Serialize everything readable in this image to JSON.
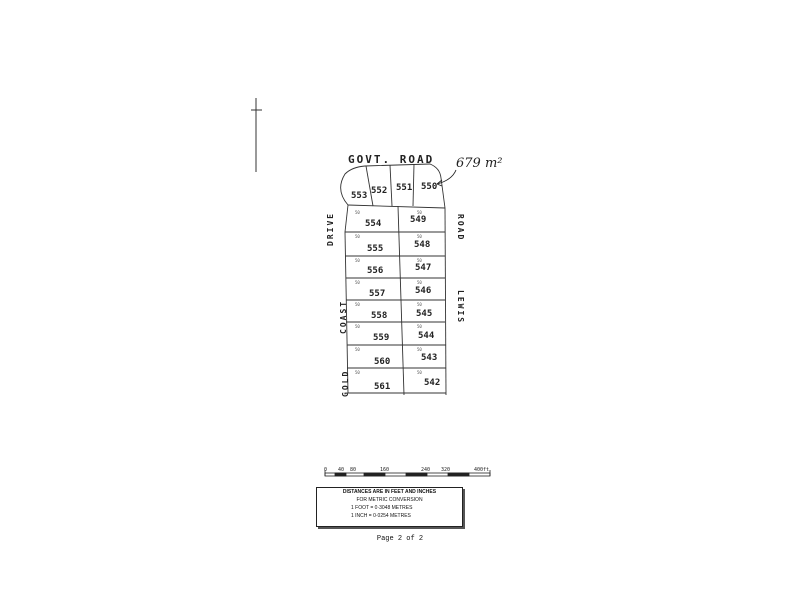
{
  "roads": {
    "govt": "GOVT.  ROAD",
    "lewis_road": "ROAD",
    "lewis": "LEWIS",
    "drive": "DRIVE",
    "coast": "COAST",
    "gold": "GOLD"
  },
  "area_note": "679 m²",
  "lots": [
    "553",
    "552",
    "551",
    "550",
    "554",
    "549",
    "555",
    "548",
    "556",
    "547",
    "557",
    "546",
    "558",
    "545",
    "559",
    "544",
    "560",
    "543",
    "561",
    "542"
  ],
  "scale": {
    "ticks": [
      "0",
      "40",
      "80",
      "160",
      "240",
      "320",
      "400"
    ],
    "unit": "ft"
  },
  "legend": {
    "line1": "DISTANCES ARE IN FEET AND INCHES",
    "line2": "FOR METRIC CONVERSION",
    "line3": "1  FOOT   =  0·3048  METRES",
    "line4": "1  INCH   =  0·0254  METRES"
  },
  "footer": "Page 2 of 2"
}
